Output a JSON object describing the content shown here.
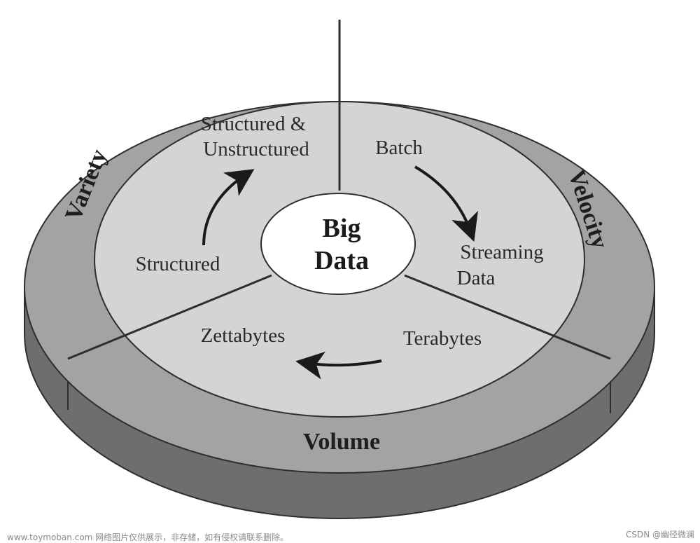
{
  "center": {
    "line1": "Big",
    "line2": "Data"
  },
  "dimensions": {
    "variety": "Variety",
    "velocity": "Velocity",
    "volume": "Volume"
  },
  "variety_inner": {
    "from": "Structured",
    "to_line1": "Structured &",
    "to_line2": "Unstructured"
  },
  "velocity_inner": {
    "from": "Batch",
    "to_line1": "Streaming",
    "to_line2": "Data"
  },
  "volume_inner": {
    "from": "Terabytes",
    "to": "Zettabytes"
  },
  "watermarks": {
    "left": "www.toymoban.com 网络图片仅供展示，非存储，如有侵权请联系删除。",
    "right": "CSDN @幽径微澜"
  },
  "colors": {
    "outer_ring": "#a3a3a3",
    "inner_disk": "#d4d4d4",
    "side_wall": "#6e6e6e",
    "center_disk": "#ffffff",
    "arrow": "#1a1a1a"
  }
}
